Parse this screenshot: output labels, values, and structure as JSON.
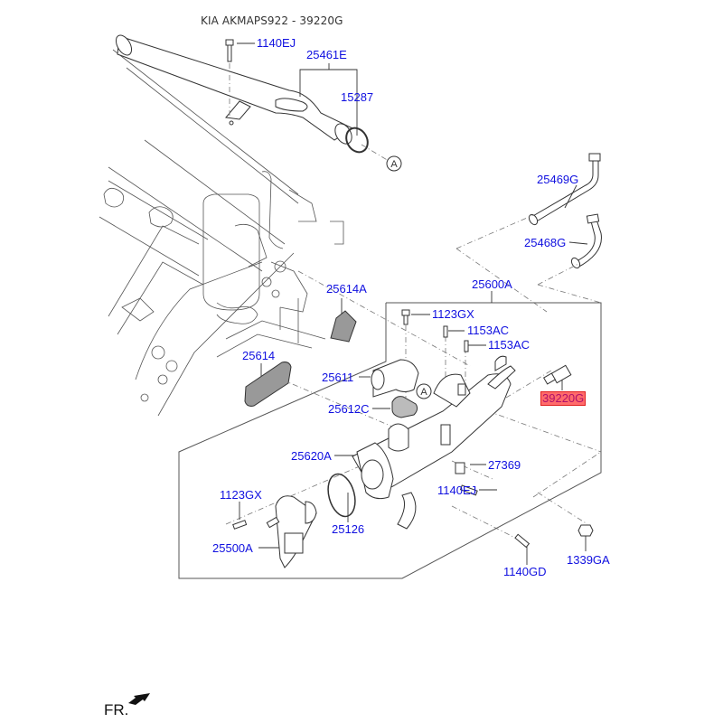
{
  "diagram": {
    "title": "KIA AKMAPS922 - 39220G",
    "direction_label": "FR.",
    "reference_marker": "A",
    "highlight_color": "#ff6b6b",
    "label_color": "#1010e0",
    "highlighted_part": "39220G",
    "parts": [
      {
        "id": "p1140ej_top",
        "number": "1140EJ",
        "description": "bolt"
      },
      {
        "id": "p25461e",
        "number": "25461E",
        "description": "coolant pipe"
      },
      {
        "id": "p15287",
        "number": "15287",
        "description": "o-ring"
      },
      {
        "id": "p25469g",
        "number": "25469G",
        "description": "hose"
      },
      {
        "id": "p25468g",
        "number": "25468G",
        "description": "hose"
      },
      {
        "id": "p25600a",
        "number": "25600A",
        "description": "water inlet assembly"
      },
      {
        "id": "p25614a",
        "number": "25614A",
        "description": "gasket"
      },
      {
        "id": "p1123gx_top",
        "number": "1123GX",
        "description": "bolt"
      },
      {
        "id": "p1153ac_1",
        "number": "1153AC",
        "description": "pin"
      },
      {
        "id": "p1153ac_2",
        "number": "1153AC",
        "description": "pin"
      },
      {
        "id": "p25614",
        "number": "25614",
        "description": "gasket"
      },
      {
        "id": "p25611",
        "number": "25611",
        "description": "fitting"
      },
      {
        "id": "p39220g",
        "number": "39220G",
        "description": "sensor"
      },
      {
        "id": "p25612c",
        "number": "25612C",
        "description": "gasket"
      },
      {
        "id": "p25620a",
        "number": "25620A",
        "description": "water inlet pipe"
      },
      {
        "id": "p27369",
        "number": "27369",
        "description": "bracket"
      },
      {
        "id": "p1123gx_bot",
        "number": "1123GX",
        "description": "bolt"
      },
      {
        "id": "p1140ej_bot",
        "number": "1140EJ",
        "description": "bolt"
      },
      {
        "id": "p25126",
        "number": "25126",
        "description": "o-ring"
      },
      {
        "id": "p25500a",
        "number": "25500A",
        "description": "thermostat housing"
      },
      {
        "id": "p1140gd",
        "number": "1140GD",
        "description": "bolt"
      },
      {
        "id": "p1339ga",
        "number": "1339GA",
        "description": "nut"
      }
    ]
  }
}
